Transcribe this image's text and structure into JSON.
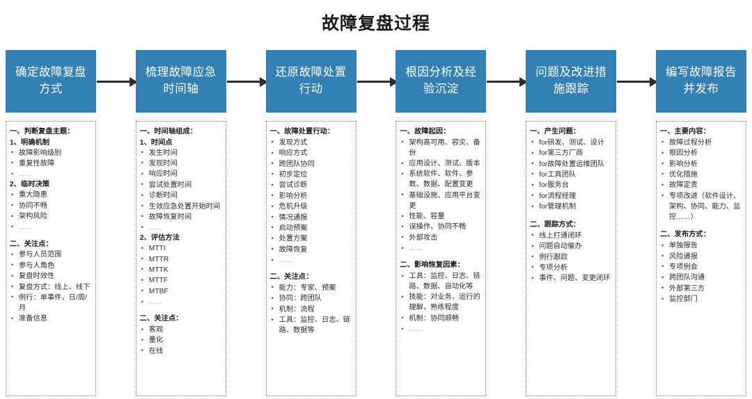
{
  "title": "故障复盘过程",
  "theme": {
    "accent": "#3280b4",
    "arrow": "#2b2b2b",
    "box_border": "#7d7d7d",
    "text": "#1a1a1a"
  },
  "columns": [
    {
      "step_label": "确定故障复盘方式",
      "sections": [
        {
          "heading": "一、判断复盘主题：",
          "subs": [
            {
              "sub_heading": "1、明确机制",
              "items": [
                "故障影响级别",
                "重复性故障",
                "……"
              ]
            },
            {
              "sub_heading": "2、临时决策",
              "items": [
                "重大隐患",
                "协同不畅",
                "架构风险",
                "……"
              ]
            }
          ]
        },
        {
          "heading": "二、关注点：",
          "subs": [
            {
              "sub_heading": "",
              "items": [
                "参与人员范围",
                "参与人角色",
                "复盘时效性",
                "复盘方式：线上、线下",
                "例行：单事件，日/周/月",
                "准备信息"
              ]
            }
          ]
        }
      ]
    },
    {
      "step_label": "梳理故障应急时间轴",
      "sections": [
        {
          "heading": "一、时间轴组成：",
          "subs": [
            {
              "sub_heading": "1、时间点",
              "items": [
                "发生时间",
                "发现时间",
                "响应时间",
                "尝试处置时间",
                "诊断时间",
                "生效应急处置开始时间",
                "故障恢复时间",
                "……"
              ]
            },
            {
              "sub_heading": "2、评估方法",
              "items": [
                "MTTI",
                "MTTR",
                "MTTK",
                "MTTF",
                "MTBF",
                "……"
              ]
            }
          ]
        },
        {
          "heading": "二、关注点：",
          "subs": [
            {
              "sub_heading": "",
              "items": [
                "客观",
                "量化",
                "在线"
              ]
            }
          ]
        }
      ]
    },
    {
      "step_label": "还原故障处置行动",
      "sections": [
        {
          "heading": "一、故障处置行动：",
          "subs": [
            {
              "sub_heading": "",
              "items": [
                "发现方式",
                "响应方式",
                "跨团队协同",
                "初步定位",
                "尝试诊断",
                "影响分析",
                "危机升级",
                "情况通报",
                "启动预案",
                "处置方案",
                "故障恢复",
                "……"
              ]
            }
          ]
        },
        {
          "heading": "二、关注点：",
          "subs": [
            {
              "sub_heading": "",
              "items": [
                "能力：专家、预案",
                "协同：跨团队",
                "机制：流程",
                "工具：监控、日志、链路、数据等"
              ]
            }
          ]
        }
      ]
    },
    {
      "step_label": "根因分析及经验沉淀",
      "sections": [
        {
          "heading": "一、故障起因：",
          "subs": [
            {
              "sub_heading": "",
              "items": [
                "架构高可用、容灾、备份",
                "应用设计、测试、版本",
                "系统软件、软件、参数、数据、配置变更",
                "基础设施、应用平台变更",
                "性能、容量",
                "误操作、协同不畅",
                "外部攻击",
                "……"
              ]
            }
          ]
        },
        {
          "heading": "二、影响恢复因素：",
          "subs": [
            {
              "sub_heading": "",
              "items": [
                "工具：监控、日志、链路、数据、自动化等",
                "技能：对业务、运行的理解，熟练程度",
                "机制：协同顺畅",
                "……"
              ]
            }
          ]
        }
      ]
    },
    {
      "step_label": "问题及改进措施跟踪",
      "sections": [
        {
          "heading": "一、产生问题：",
          "subs": [
            {
              "sub_heading": "",
              "items": [
                "for研发、测试、设计",
                "for第三方厂商",
                "for故障处置运维团队",
                "for工具团队",
                "for服务台",
                "for流程经理",
                "for管理机制"
              ]
            }
          ]
        },
        {
          "heading": "二、跟踪方式：",
          "subs": [
            {
              "sub_heading": "",
              "items": [
                "线上打通闭环",
                "问题自动催办",
                "例行跟踪",
                "专项分析",
                "事件、问题、变更闭环"
              ]
            }
          ]
        }
      ]
    },
    {
      "step_label": "编写故障报告并发布",
      "sections": [
        {
          "heading": "一、主要内容：",
          "subs": [
            {
              "sub_heading": "",
              "items": [
                "故障过程分析",
                "根因分析",
                "影响分析",
                "优化措施",
                "故障定责",
                "专项改进（软件设计、架构、协同、能力、监控……）"
              ]
            }
          ]
        },
        {
          "heading": "二、发布方式：",
          "subs": [
            {
              "sub_heading": "",
              "items": [
                "单独报告",
                "风险通报",
                "专项例会",
                "跨团队沟通",
                "外部第三方",
                "监控部门"
              ]
            }
          ]
        }
      ]
    }
  ]
}
